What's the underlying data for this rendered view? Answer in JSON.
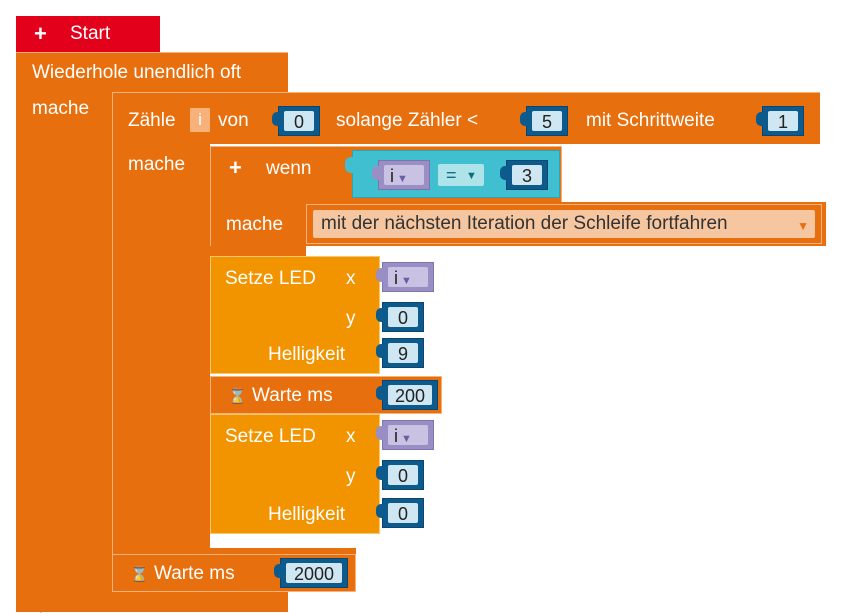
{
  "colors": {
    "start": "#e2001a",
    "loop": "#e86f0e",
    "logic": "#3fbfcf",
    "led": "#f29400",
    "number": "#0d5a8c",
    "variable": "#9a8fc4"
  },
  "start_block": {
    "plus": "+",
    "label": "Start"
  },
  "forever_block": {
    "label": "Wiederhole unendlich oft",
    "do_label": "mache"
  },
  "count_block": {
    "label_count": "Zähle",
    "var_name": "i",
    "label_from": "von",
    "from_value": "0",
    "label_while": "solange Zähler <",
    "to_value": "5",
    "label_step": "mit Schrittweite",
    "step_value": "1",
    "do_label": "mache"
  },
  "if_block": {
    "plus": "+",
    "label": "wenn",
    "var_name": "i",
    "operator": "=",
    "compare_value": "3",
    "do_label": "mache",
    "continue_label": "mit der nächsten Iteration der Schleife fortfahren"
  },
  "led1": {
    "label": "Setze LED",
    "x_label": "x",
    "x_var": "i",
    "y_label": "y",
    "y_value": "0",
    "brightness_label": "Helligkeit",
    "brightness_value": "9"
  },
  "wait1": {
    "icon": "hourglass-icon",
    "label": "Warte ms",
    "value": "200"
  },
  "led2": {
    "label": "Setze LED",
    "x_label": "x",
    "x_var": "i",
    "y_label": "y",
    "y_value": "0",
    "brightness_label": "Helligkeit",
    "brightness_value": "0"
  },
  "wait2": {
    "icon": "hourglass-icon",
    "label": "Warte ms",
    "value": "2000"
  },
  "glyphs": {
    "dropdown": "▼",
    "hourglass": "⌛"
  }
}
